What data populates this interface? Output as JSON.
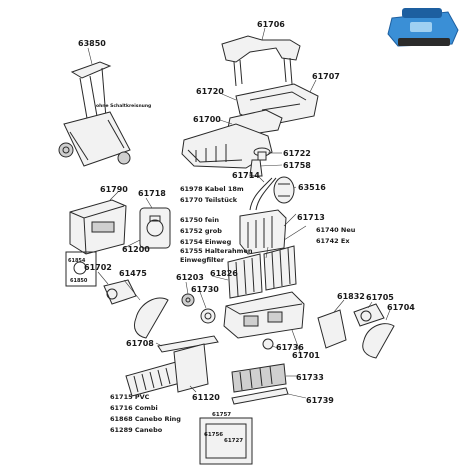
{
  "labels": {
    "p63850": "63850",
    "p61706": "61706",
    "p61707": "61707",
    "p61720": "61720",
    "p61700": "61700",
    "p61722": "61722",
    "p61758": "61758",
    "p61714": "61714",
    "p63516": "63516",
    "p61978": "61978 Kabel 18m",
    "p61770": "61770 Teilstück",
    "p61713": "61713",
    "p61750": "61750 fein",
    "p61752": "61752 grob",
    "p61754": "61754 Einweg",
    "p61755": "61755 Halterahmen",
    "p_einweg": "Einwegfilter",
    "p61740": "61740 Neu",
    "p61742": "61742 Ex",
    "p61790": "61790",
    "p61718": "61718",
    "p61200": "61200",
    "p61854": "61854",
    "p61850": "61850",
    "p61702": "61702",
    "p61475": "61475",
    "p61203": "61203",
    "p61826": "61826",
    "p61730": "61730",
    "p61832": "61832",
    "p61705": "61705",
    "p61704": "61704",
    "p61708": "61708",
    "p61736": "61736",
    "p61701": "61701",
    "p61120": "61120",
    "p61733": "61733",
    "p61739": "61739",
    "p61757": "61757",
    "p61756": "61756",
    "p61727": "61727",
    "caddy_note": "ohne Schaltkreisnung",
    "brush_list": [
      "61715 PVC",
      "61716 Combi",
      "61868 Canebo Ring",
      "61289 Canebo"
    ]
  },
  "colors": {
    "line": "#2a2a2a",
    "fill_light": "#f2f2f2",
    "fill_dark": "#cfcfcf",
    "robot_blue": "#3a8fd6",
    "robot_dark": "#1d5fa0"
  }
}
